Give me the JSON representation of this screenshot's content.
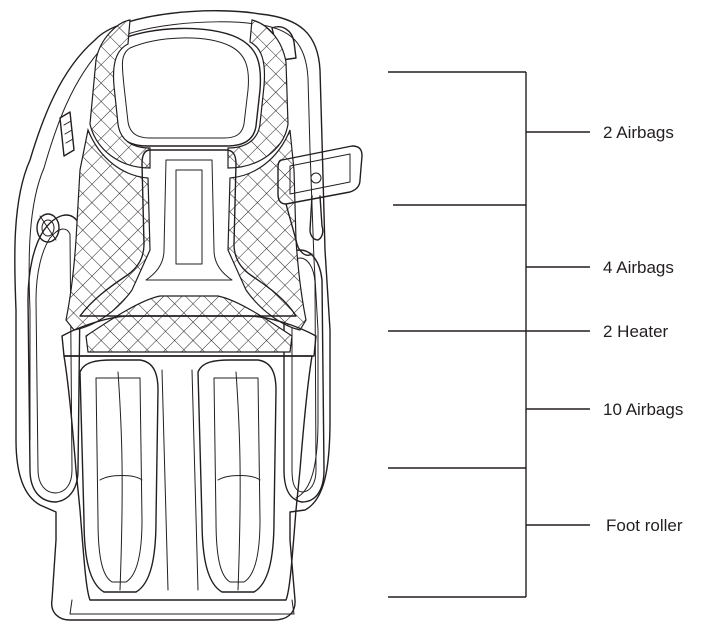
{
  "diagram": {
    "labels": [
      {
        "id": "upper-airbags",
        "text": "2 Airbags"
      },
      {
        "id": "shoulder-airbags",
        "text": "4 Airbags"
      },
      {
        "id": "heater",
        "text": "2 Heater"
      },
      {
        "id": "leg-airbags",
        "text": "10 Airbags"
      },
      {
        "id": "foot-roller",
        "text": "Foot roller"
      }
    ]
  },
  "colors": {
    "line": "#231f20",
    "background": "#ffffff"
  }
}
